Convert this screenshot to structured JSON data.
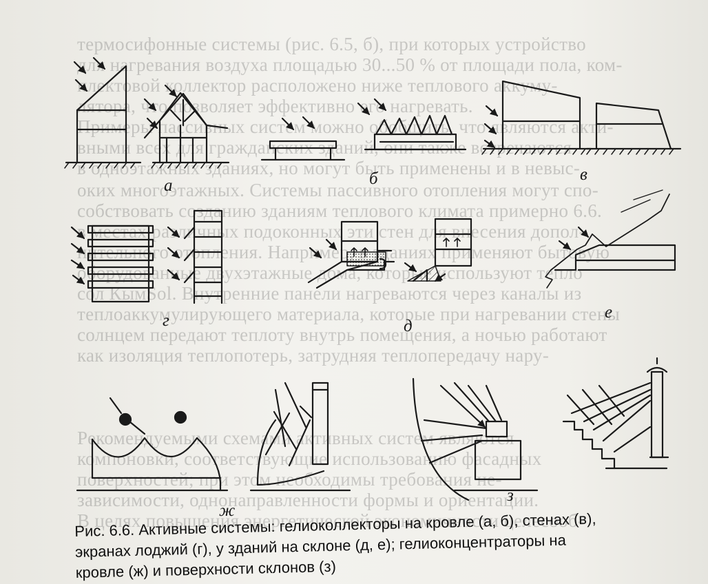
{
  "bleed_lines": [
    "термосифонные системы (рис. 6.5, б), при которых устройство",
    "для нагревания воздуха площадью 30...50 % от площади пола, ком-",
    "плектовой коллектор расположено ниже теплового аккуму-",
    "лятора, что позволяет эффективно его нагревать.",
    "Примеры пассивных систем можно обобщить, что являются акти-",
    "вными всех для гражданских зданий, они также встречаются",
    "в одноэтажных зданиях, но могут быть применены и в невыс-",
    "оких многоэтажных. Системы пассивного отопления могут спо-",
    "собствовать созданию зданиям теплового климата примерно 6.6.",
    "в местах различных подоконных эти стен для внесения допол-",
    "нительного отопления. Например, в зданиях применяют бытовую",
    "оборудованные двухэтажные дома, которые используют тепло",
    "сол КымSol. Внутренние панели нагреваются через каналы из",
    "теплоаккумулирующего материала, которые при нагревании стены",
    "солнцем передают теплоту внутрь помещения, а ночью работают",
    "как изоляция теплопотерь, затрудняя теплопередачу нару-",
    "",
    "",
    "Рекомендуемыми схемами активных систем являются",
    "компоновки, соответствующие использованию фасадных",
    "поверхностей; при этом необходимы требования не-",
    "зависимости, однонаправленности формы и ориентации.",
    "В целях повышения энергетической экономичности целесооб-"
  ],
  "figure_labels": {
    "a": "а",
    "b": "б",
    "v": "в",
    "g": "г",
    "d": "д",
    "e": "е",
    "zh": "ж",
    "z": "з"
  },
  "caption": {
    "line1": "Рис. 6.6. Активные системы: гелиоколлекторы на кровле (а, б), стенах (в),",
    "line2": "экранах лоджий (г), у зданий на склоне (д, е); гелиоконцентраторы на",
    "line3": "кровле (ж) и поверхности склонов (з)"
  }
}
